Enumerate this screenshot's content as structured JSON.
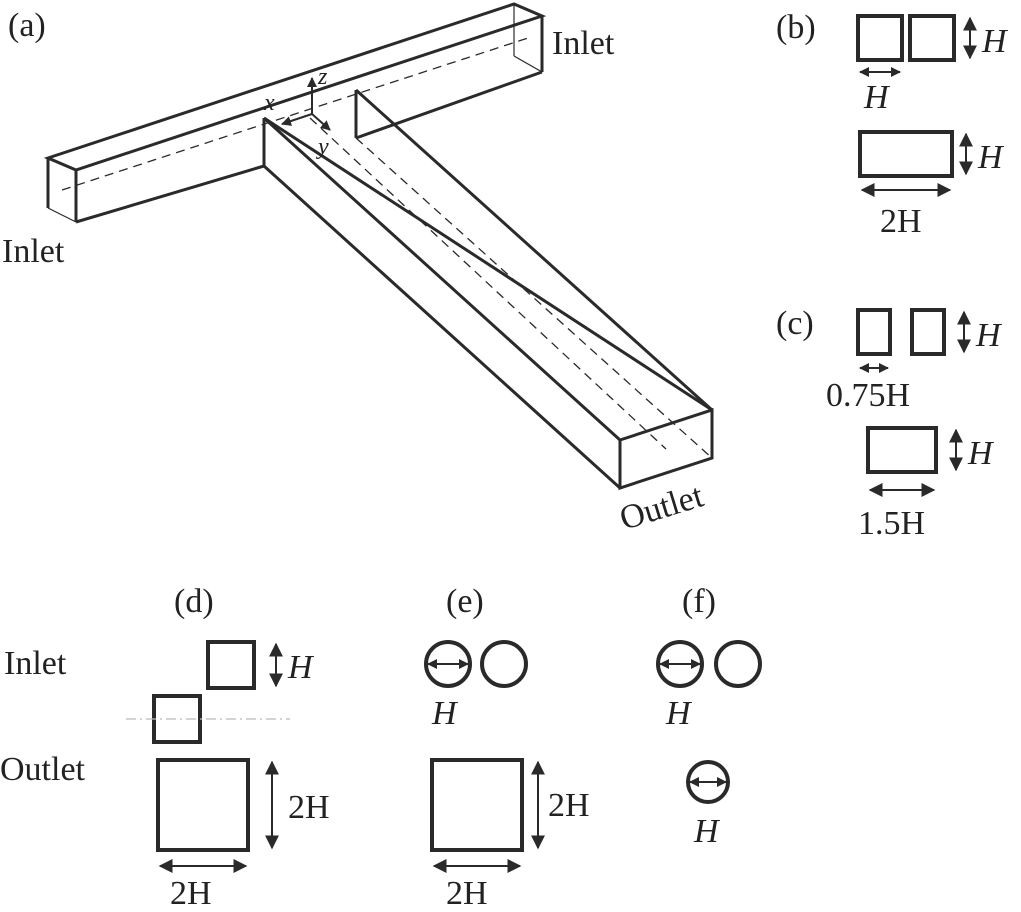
{
  "panel_a": {
    "label": "(a)",
    "inlet_right": "Inlet",
    "inlet_left": "Inlet",
    "outlet": "Outlet",
    "axis_x": "x",
    "axis_y": "y",
    "axis_z": "z"
  },
  "panel_b": {
    "label": "(b)",
    "top_height": "H",
    "top_width": "H",
    "bottom_height": "H",
    "bottom_width": "2H"
  },
  "panel_c": {
    "label": "(c)",
    "top_height": "H",
    "top_width": "0.75H",
    "bottom_height": "H",
    "bottom_width": "1.5H"
  },
  "row_labels": {
    "inlet": "Inlet",
    "outlet": "Outlet"
  },
  "panel_d": {
    "label": "(d)",
    "inlet_height": "H",
    "outlet_height": "2H",
    "outlet_width": "2H"
  },
  "panel_e": {
    "label": "(e)",
    "inlet_diameter": "H",
    "outlet_height": "2H",
    "outlet_width": "2H"
  },
  "panel_f": {
    "label": "(f)",
    "inlet_diameter": "H",
    "outlet_diameter": "H"
  }
}
